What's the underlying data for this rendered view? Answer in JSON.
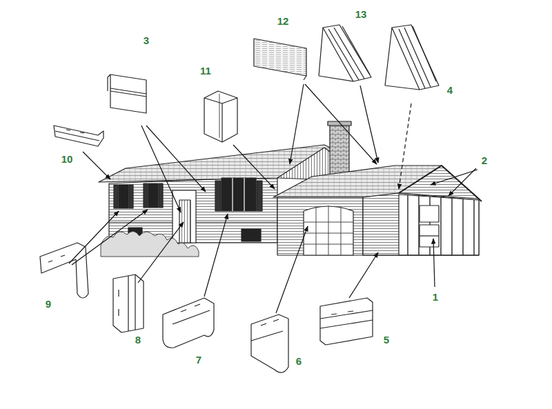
{
  "diagram": {
    "labels": [
      "3",
      "10",
      "11",
      "12",
      "13",
      "4",
      "2",
      "1",
      "9",
      "8",
      "7",
      "6",
      "5"
    ]
  }
}
